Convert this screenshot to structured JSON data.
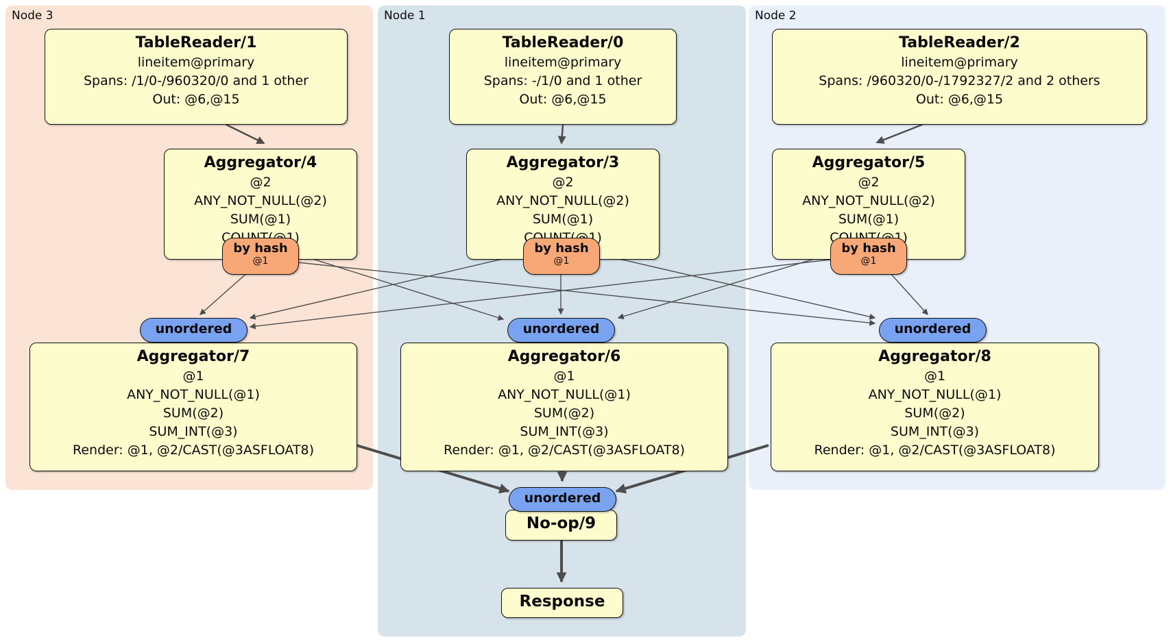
{
  "panels": [
    {
      "id": "node3",
      "label": "Node 3"
    },
    {
      "id": "node1",
      "label": "Node 1"
    },
    {
      "id": "node2",
      "label": "Node 2"
    }
  ],
  "processors": {
    "tablereader1": {
      "title": "TableReader/1",
      "lines": [
        "lineitem@primary",
        "Spans: /1/0-/960320/0 and 1 other",
        "Out: @6,@15"
      ]
    },
    "tablereader0": {
      "title": "TableReader/0",
      "lines": [
        "lineitem@primary",
        "Spans: -/1/0 and 1 other",
        "Out: @6,@15"
      ]
    },
    "tablereader2": {
      "title": "TableReader/2",
      "lines": [
        "lineitem@primary",
        "Spans: /960320/0-/1792327/2 and 2 others",
        "Out: @6,@15"
      ]
    },
    "aggregator4": {
      "title": "Aggregator/4",
      "lines": [
        "@2",
        "ANY_NOT_NULL(@2)",
        "SUM(@1)",
        "COUNT(@1)"
      ]
    },
    "aggregator3": {
      "title": "Aggregator/3",
      "lines": [
        "@2",
        "ANY_NOT_NULL(@2)",
        "SUM(@1)",
        "COUNT(@1)"
      ]
    },
    "aggregator5": {
      "title": "Aggregator/5",
      "lines": [
        "@2",
        "ANY_NOT_NULL(@2)",
        "SUM(@1)",
        "COUNT(@1)"
      ]
    },
    "aggregator7": {
      "title": "Aggregator/7",
      "lines": [
        "@1",
        "ANY_NOT_NULL(@1)",
        "SUM(@2)",
        "SUM_INT(@3)",
        "Render: @1, @2/CAST(@3ASFLOAT8)"
      ]
    },
    "aggregator6": {
      "title": "Aggregator/6",
      "lines": [
        "@1",
        "ANY_NOT_NULL(@1)",
        "SUM(@2)",
        "SUM_INT(@3)",
        "Render: @1, @2/CAST(@3ASFLOAT8)"
      ]
    },
    "aggregator8": {
      "title": "Aggregator/8",
      "lines": [
        "@1",
        "ANY_NOT_NULL(@1)",
        "SUM(@2)",
        "SUM_INT(@3)",
        "Render: @1, @2/CAST(@3ASFLOAT8)"
      ]
    },
    "noop9": {
      "title": "No-op/9"
    },
    "response": {
      "title": "Response"
    }
  },
  "routers": {
    "hash_node3": {
      "label": "by hash",
      "detail": "@1"
    },
    "hash_node1": {
      "label": "by hash",
      "detail": "@1"
    },
    "hash_node2": {
      "label": "by hash",
      "detail": "@1"
    }
  },
  "syncs": {
    "unordered_node3": {
      "label": "unordered"
    },
    "unordered_node1": {
      "label": "unordered"
    },
    "unordered_node2": {
      "label": "unordered"
    },
    "unordered_final": {
      "label": "unordered"
    }
  },
  "colors": {
    "panel_node3_bg": "#fbe3d5",
    "panel_node1_bg": "#d7e3eb",
    "panel_node2_bg": "#eaf0fa",
    "processor_bg": "#fdfccd",
    "router_bg": "#f8a877",
    "sync_bg": "#79a3f1",
    "edge": "#4d4d4d"
  }
}
